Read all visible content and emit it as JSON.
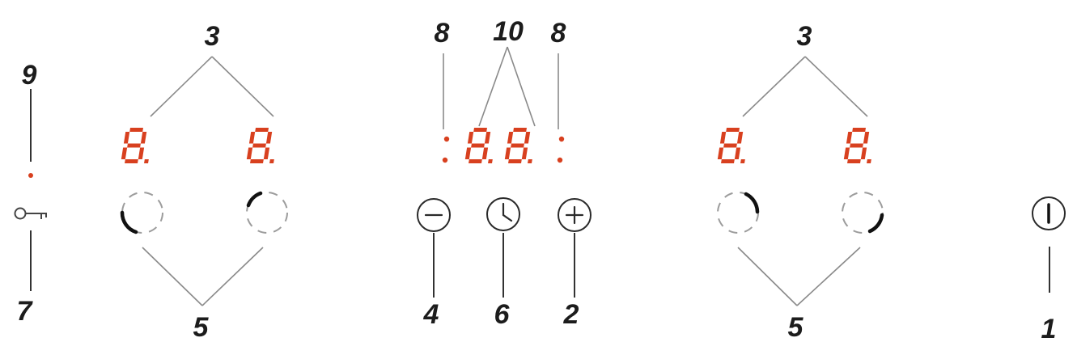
{
  "callouts": {
    "main_switch": "1",
    "plus": "2",
    "zone_display": "3",
    "minus": "4",
    "zone_selector": "5",
    "timer": "6",
    "key_lock": "7",
    "timer_dots": "8",
    "lock_light": "9",
    "timer_display": "10"
  },
  "displays": {
    "zone_left_rear": "8.",
    "zone_left_front": "8.",
    "timer_tens": "8.",
    "timer_units": "8.",
    "zone_right_rear": "8.",
    "zone_right_front": "8."
  },
  "icons": {
    "lock": "key-icon",
    "minus": "minus-icon",
    "timer": "clock-icon",
    "plus": "plus-icon",
    "power": "power-icon"
  },
  "colors": {
    "display": "#d8401f",
    "lines": "#8a8a8a",
    "text": "#1c1c1c"
  }
}
